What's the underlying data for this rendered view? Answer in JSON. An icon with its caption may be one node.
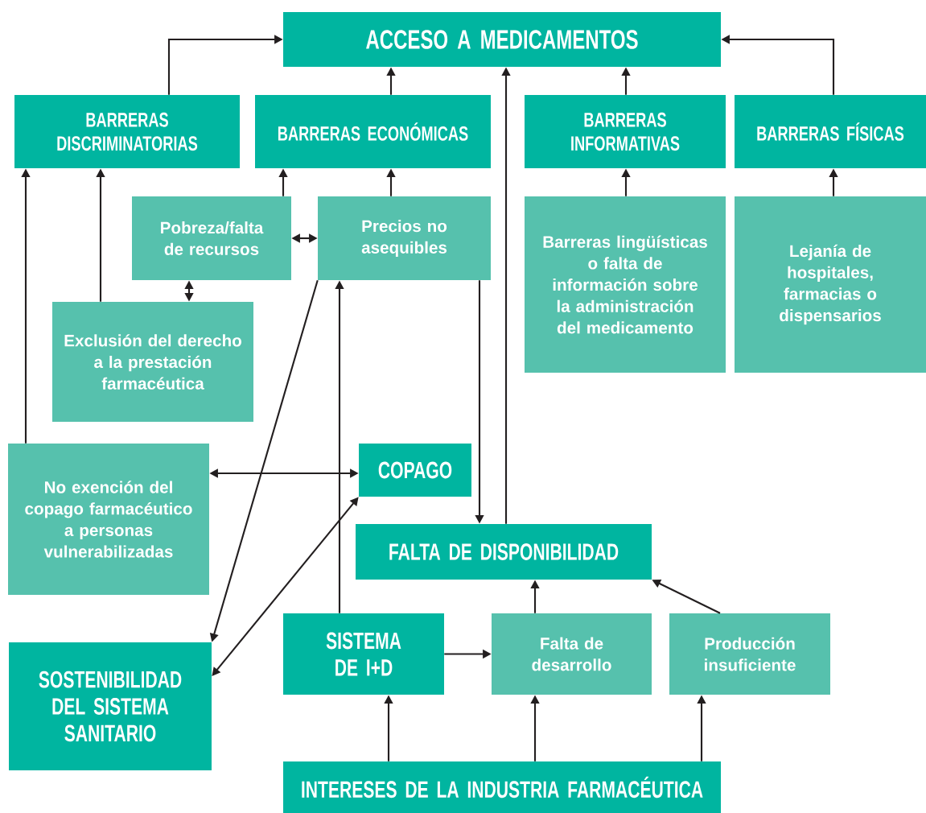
{
  "diagram": {
    "nodes": [
      {
        "text": [
          "ACCESO A MEDICAMENTOS"
        ]
      },
      {
        "text": [
          "BARRERAS DISCRIMINATORIAS"
        ]
      },
      {
        "text": [
          "BARRERAS ECONÓMICAS"
        ]
      },
      {
        "text": [
          "BARRERAS INFORMATIVAS"
        ]
      },
      {
        "text": [
          "BARRERAS FÍSICAS"
        ]
      },
      {
        "text": [
          "Pobreza/falta de recursos"
        ]
      },
      {
        "text": [
          "Precios no asequibles"
        ]
      },
      {
        "text": [
          "Barreras lingüísticas o falta de información sobre la administración del medicamento"
        ]
      },
      {
        "text": [
          "Lejanía de hospitales, farmacias o dispensarios"
        ]
      },
      {
        "text": [
          "Exclusión del derecho a la prestación farmacéutica"
        ]
      },
      {
        "text": [
          "No exención del copago farmacéutico a personas vulnerabilizadas"
        ]
      },
      {
        "text": [
          "COPAGO"
        ]
      },
      {
        "text": [
          "FALTA DE DISPONIBILIDAD"
        ]
      },
      {
        "text": [
          "SOSTENIBILIDAD DEL SISTEMA SANITARIO"
        ]
      },
      {
        "text": [
          "SISTEMA DE I+D"
        ]
      },
      {
        "text": [
          "Falta de desarrollo"
        ]
      },
      {
        "text": [
          "Producción insuficiente"
        ]
      },
      {
        "text": [
          "INTERESES DE LA INDUSTRIA FARMACÉUTICA"
        ]
      }
    ],
    "edges": [
      {
        "from": 1,
        "to": 0,
        "arrow": "to"
      },
      {
        "from": 2,
        "to": 0,
        "arrow": "to"
      },
      {
        "from": 3,
        "to": 0,
        "arrow": "to"
      },
      {
        "from": 4,
        "to": 0,
        "arrow": "to"
      },
      {
        "from": 5,
        "to": 2,
        "arrow": "to"
      },
      {
        "from": 6,
        "to": 2,
        "arrow": "to"
      },
      {
        "from": 7,
        "to": 3,
        "arrow": "to"
      },
      {
        "from": 8,
        "to": 4,
        "arrow": "to"
      },
      {
        "from": 5,
        "to": 6,
        "arrow": "both"
      },
      {
        "from": 5,
        "to": 9,
        "arrow": "both"
      },
      {
        "from": 9,
        "to": 1,
        "arrow": "to"
      },
      {
        "from": 10,
        "to": 1,
        "arrow": "to"
      },
      {
        "from": 10,
        "to": 11,
        "arrow": "both"
      },
      {
        "from": 6,
        "to": 13,
        "arrow": "to"
      },
      {
        "from": 11,
        "to": 13,
        "arrow": "both"
      },
      {
        "from": 14,
        "to": 6,
        "arrow": "to"
      },
      {
        "from": 6,
        "to": 12,
        "arrow": "to"
      },
      {
        "from": 12,
        "to": 0,
        "arrow": "to"
      },
      {
        "from": 14,
        "to": 15,
        "arrow": "to"
      },
      {
        "from": 15,
        "to": 12,
        "arrow": "to"
      },
      {
        "from": 16,
        "to": 12,
        "arrow": "to"
      },
      {
        "from": 17,
        "to": 14,
        "arrow": "to"
      },
      {
        "from": 17,
        "to": 15,
        "arrow": "to"
      },
      {
        "from": 17,
        "to": 16,
        "arrow": "to"
      }
    ]
  }
}
